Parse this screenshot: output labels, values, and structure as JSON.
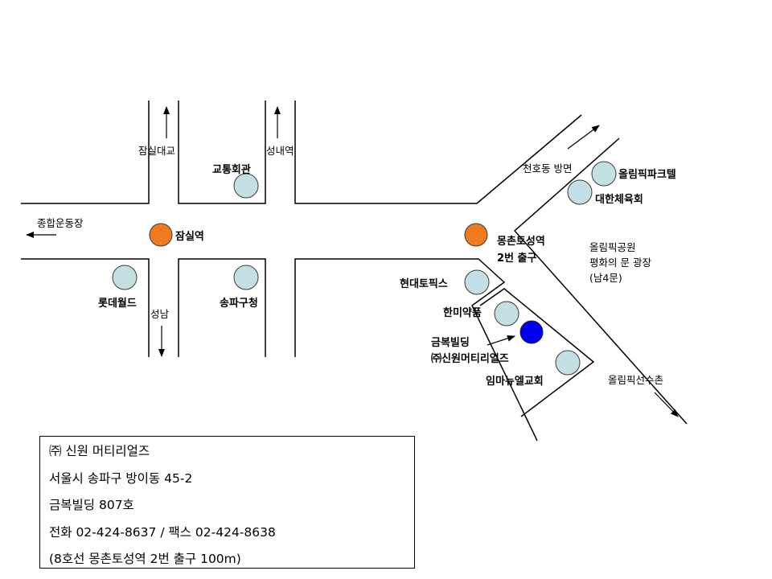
{
  "map": {
    "directions": {
      "jamsil_bridge": "잠실대교",
      "seongnae_station": "성내역",
      "sports_complex": "종합운동장",
      "seongnam": "성남",
      "cheonho_dong": "천호동 방면",
      "olympic_village": "올림픽선수촌"
    },
    "stations": {
      "jamsil": "잠실역",
      "mongchon_line1": "몽촌토성역",
      "mongchon_line2": "2번 출구"
    },
    "landmarks": {
      "transport_hall": "교통회관",
      "lotte_world": "롯데월드",
      "songpa_office": "송파구청",
      "olympic_parktel": "올림픽파크텔",
      "korea_sports_council": "대한체육회",
      "hyundai_topics": "현대토픽스",
      "hanmi_pharm": "한미약품",
      "immanuel_church": "임마뉴엘교회"
    },
    "olympic_park": {
      "line1": "올림픽공원",
      "line2": "평화의 문 광장",
      "line3": "(남4문)"
    },
    "target": {
      "line1": "금복빌딩",
      "line2": "㈜신원머티리얼즈"
    }
  },
  "info": {
    "lines": [
      "㈜ 신원 머티리얼즈",
      "서울시 송파구 방이동 45-2",
      "금복빌딩 807호",
      "전화 02-424-8637 / 팩스 02-424-8638",
      "(8호선 몽촌토성역 2번 출구 100m)"
    ]
  },
  "colors": {
    "station": "#f07a1e",
    "landmark": "#c5e0e3",
    "target": "#0000ee"
  }
}
